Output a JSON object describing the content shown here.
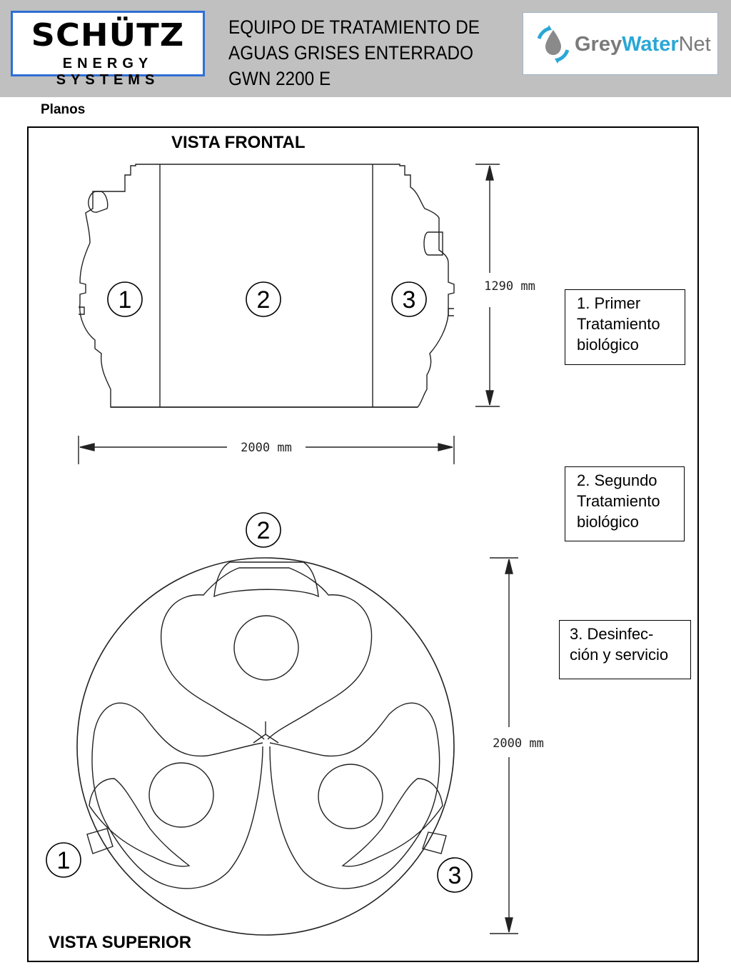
{
  "header": {
    "brand_name": "SCHÜTZ",
    "brand_tagline": "ENERGY SYSTEMS",
    "title_lines": [
      "EQUIPO DE TRATAMIENTO DE",
      "AGUAS GRISES ENTERRADO",
      "GWN 2200 E"
    ],
    "partner_logo": {
      "part1": "Grey",
      "part2": "Water",
      "part3": "Net",
      "icon": "water-drop-cycle-icon"
    },
    "colors": {
      "header_bg": "#c0c0c0",
      "brand_border": "#2f6fd6",
      "partner_accent": "#2aa7d6"
    }
  },
  "section_label": "Planos",
  "front_view": {
    "title": "VISTA FRONTAL",
    "height_dimension": "1290 mm",
    "width_dimension": "2000 mm",
    "chamber_numbers": [
      "1",
      "2",
      "3"
    ]
  },
  "top_view": {
    "title": "VISTA SUPERIOR",
    "diameter_dimension": "2000 mm",
    "chamber_numbers": [
      "1",
      "2",
      "3"
    ]
  },
  "legend": [
    {
      "lines": [
        "1. Primer",
        "Tratamiento",
        "biológico"
      ]
    },
    {
      "lines": [
        "2. Segundo",
        "Tratamiento",
        "biológico"
      ]
    },
    {
      "lines": [
        "3. Desinfec-",
        "ción y servicio"
      ]
    }
  ]
}
